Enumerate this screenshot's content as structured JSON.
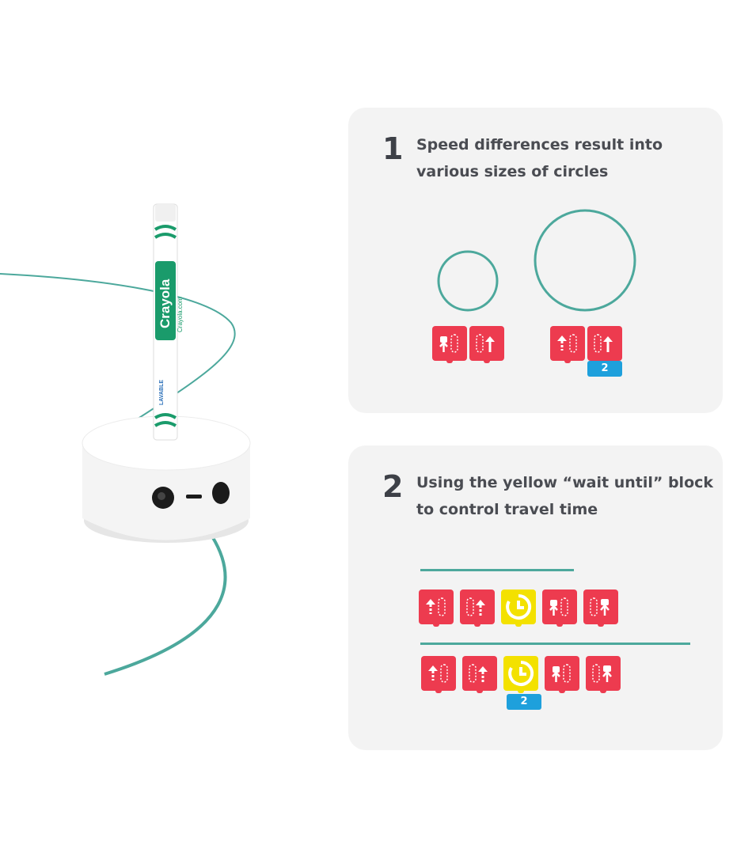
{
  "steps": [
    {
      "number": "1",
      "text_line1": "Speed differences result into",
      "text_line2": "various sizes of circles",
      "badge": "2"
    },
    {
      "number": "2",
      "text_line1": "Using the yellow “wait until” block",
      "text_line2": "to control travel time",
      "badge": "2"
    }
  ],
  "robot": {
    "marker_brand": "Crayola",
    "marker_site": "Crayola.com",
    "marker_label": "LAVABLE"
  },
  "colors": {
    "card_bg": "#f3f3f3",
    "path_teal": "#4ca89c",
    "block_red": "#ed3b4f",
    "block_yellow": "#f3e100",
    "badge_blue": "#1ea0dc"
  },
  "icons": [
    "motor-forward-icon",
    "motor-stop-icon",
    "clock-icon"
  ]
}
